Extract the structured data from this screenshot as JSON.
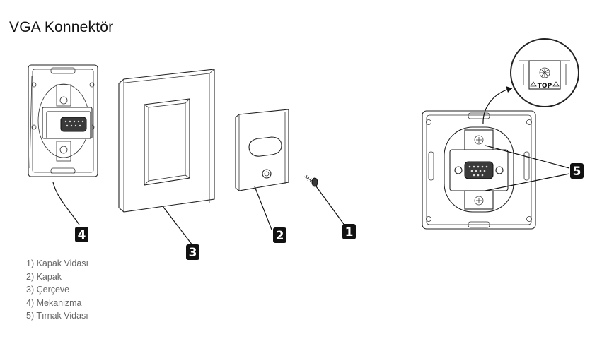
{
  "title": "VGA Konnektör",
  "legend": [
    "1) Kapak Vidası",
    "2) Kapak",
    "3) Çerçeve",
    "4) Mekanizma",
    "5) Tırnak Vidası"
  ],
  "badges": {
    "b1": "1",
    "b2": "2",
    "b3": "3",
    "b4": "4",
    "b5": "5"
  },
  "zoom_label": "TOP"
}
